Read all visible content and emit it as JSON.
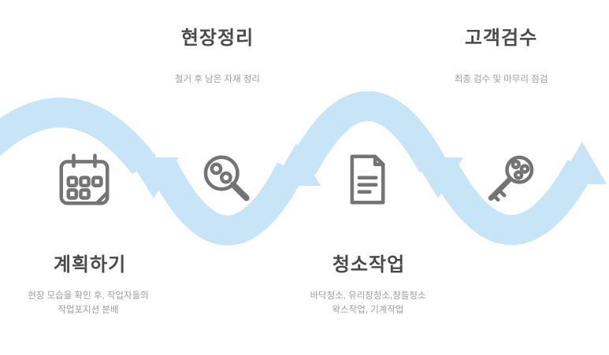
{
  "diagram": {
    "title": "cleaning-service-process-flow",
    "steps": [
      {
        "id": "plan",
        "title": "계획하기",
        "desc": "현장 모습을 확인 후, 작업자들의\n작업포지션 분배",
        "icon": "calendar-icon",
        "label_position": "bottom"
      },
      {
        "id": "site-cleanup",
        "title": "현장정리",
        "desc": "철거 후 남은 자재 정리",
        "icon": "magnifier-icon",
        "label_position": "top"
      },
      {
        "id": "cleaning",
        "title": "청소작업",
        "desc": "바닥청소, 유리창청소,창틀청소\n왁스작업, 기계작업",
        "icon": "document-icon",
        "label_position": "bottom"
      },
      {
        "id": "inspection",
        "title": "고객검수",
        "desc": "최종 검수 및 마무리 점검",
        "icon": "key-icon",
        "label_position": "top"
      }
    ]
  },
  "colors": {
    "wave": "#c8e5f8",
    "title": "#4a4a4a",
    "desc": "#9c9c9c",
    "icon": "#747474",
    "bg": "#ffffff"
  }
}
